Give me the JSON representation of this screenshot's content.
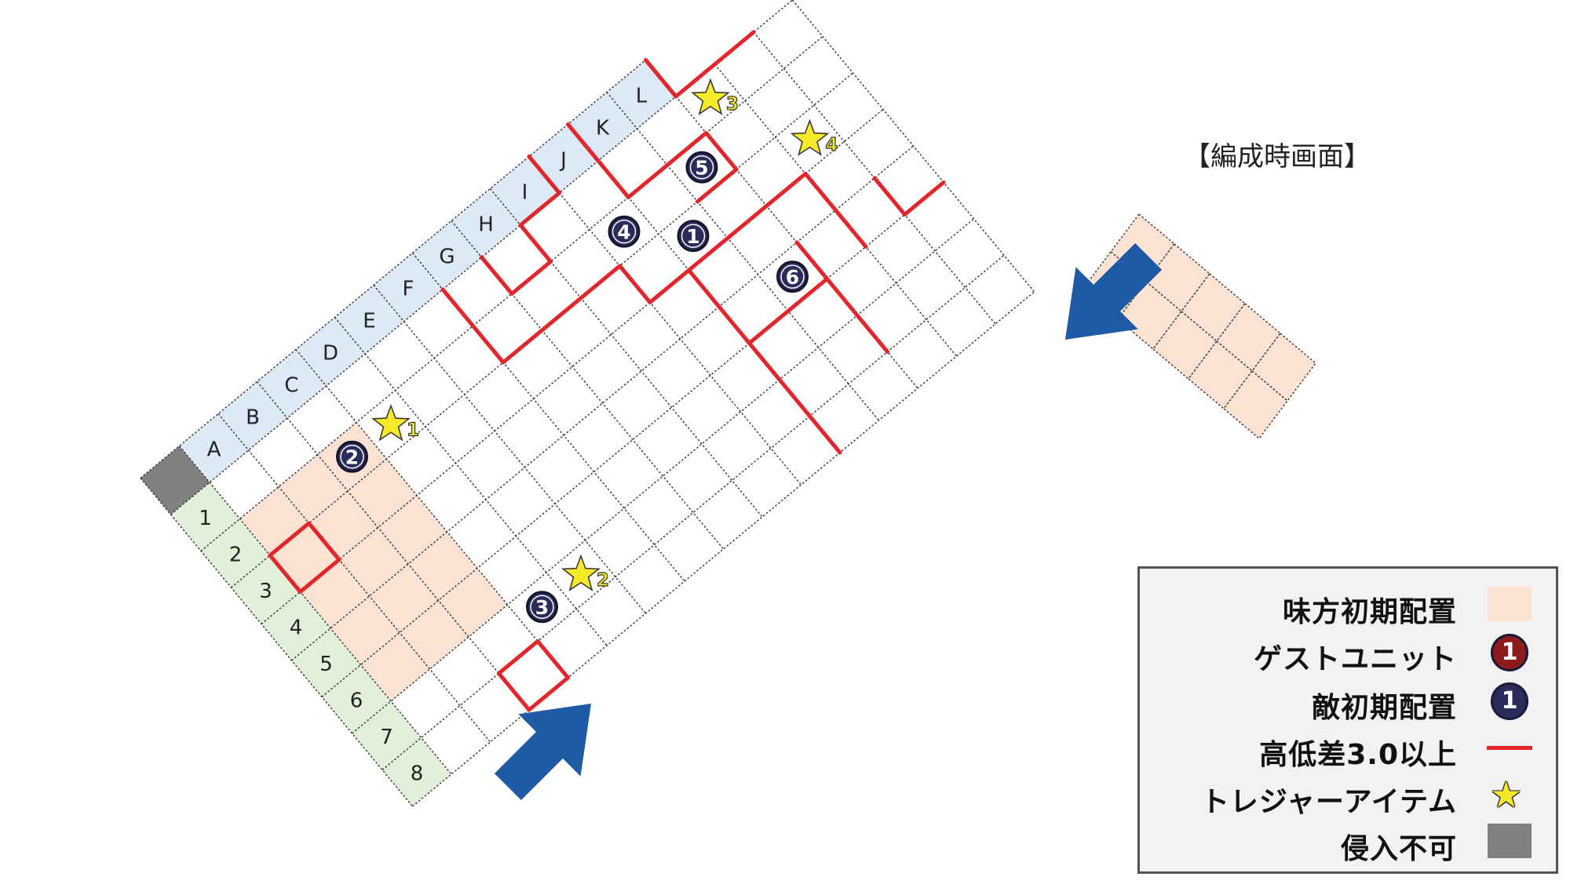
{
  "formation_title": "【編成時画面】",
  "columns": [
    "A",
    "B",
    "C",
    "D",
    "E",
    "F",
    "G",
    "H",
    "I",
    "J",
    "K",
    "L"
  ],
  "rows": [
    "1",
    "2",
    "3",
    "4",
    "5",
    "6",
    "7",
    "8"
  ],
  "colors": {
    "column_header": "#dde9f6",
    "row_header": "#e2efd9",
    "ally_area": "#fbe2d3",
    "blocked": "#808080",
    "height_line": "#e3262b",
    "enemy_badge": "#2c2c5c",
    "guest_badge": "#8e1b1b",
    "star": "#f5e92a",
    "arrow": "#1f5aa6"
  },
  "enemies": [
    {
      "num": "1",
      "col": "K",
      "row": "3"
    },
    {
      "num": "2",
      "col": "C",
      "row": "2"
    },
    {
      "num": "3",
      "col": "D",
      "row": "7"
    },
    {
      "num": "4",
      "col": "J",
      "row": "2"
    },
    {
      "num": "5",
      "col": "L",
      "row": "2"
    },
    {
      "num": "6",
      "col": "L",
      "row": "5"
    }
  ],
  "treasures": [
    {
      "num": "1",
      "col": "D",
      "row": "2"
    },
    {
      "num": "2",
      "col": "E",
      "row": "7"
    },
    {
      "num": "3",
      "col": "M",
      "row": "1"
    },
    {
      "num": "4",
      "col": "N",
      "row": "3"
    }
  ],
  "legend": [
    {
      "label": "味方初期配置",
      "symbol": "ally-area"
    },
    {
      "label": "ゲストユニット",
      "symbol": "guest",
      "badge": "1"
    },
    {
      "label": "敵初期配置",
      "symbol": "enemy",
      "badge": "1"
    },
    {
      "label": "高低差3.0以上",
      "symbol": "height-line"
    },
    {
      "label": "トレジャーアイテム",
      "symbol": "star",
      "glyph": "★"
    },
    {
      "label": "侵入不可",
      "symbol": "blocked"
    }
  ]
}
